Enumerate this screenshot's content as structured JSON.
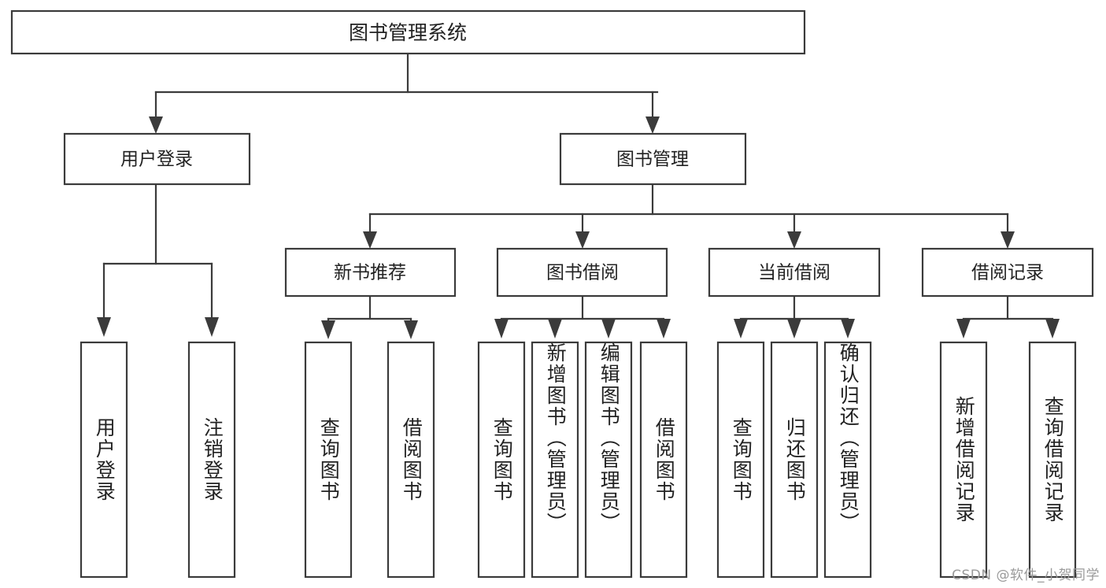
{
  "diagram": {
    "title": "图书管理系统",
    "type": "hierarchy-tree",
    "watermark": "CSDN @软件_小贺同学",
    "colors": {
      "stroke": "#3b3b3b",
      "fill": "#ffffff",
      "text": "#222222",
      "watermark": "#9a9a9a",
      "background": "#ffffff"
    },
    "root": {
      "label": "图书管理系统"
    },
    "level2": [
      {
        "label": "用户登录"
      },
      {
        "label": "图书管理"
      }
    ],
    "level3": [
      {
        "label": "新书推荐"
      },
      {
        "label": "图书借阅"
      },
      {
        "label": "当前借阅"
      },
      {
        "label": "借阅记录"
      }
    ],
    "leaves": {
      "user_login": [
        {
          "label": "用户登录"
        },
        {
          "label": "注销登录"
        }
      ],
      "new_book_recommend": [
        {
          "label": "查询图书"
        },
        {
          "label": "借阅图书"
        }
      ],
      "book_borrow": [
        {
          "label": "查询图书"
        },
        {
          "label": "新增图书（管理员）"
        },
        {
          "label": "编辑图书（管理员）"
        },
        {
          "label": "借阅图书"
        }
      ],
      "current_borrow": [
        {
          "label": "查询图书"
        },
        {
          "label": "归还图书"
        },
        {
          "label": "确认归还（管理员）"
        }
      ],
      "borrow_record": [
        {
          "label": "新增借阅记录"
        },
        {
          "label": "查询借阅记录"
        }
      ]
    }
  }
}
